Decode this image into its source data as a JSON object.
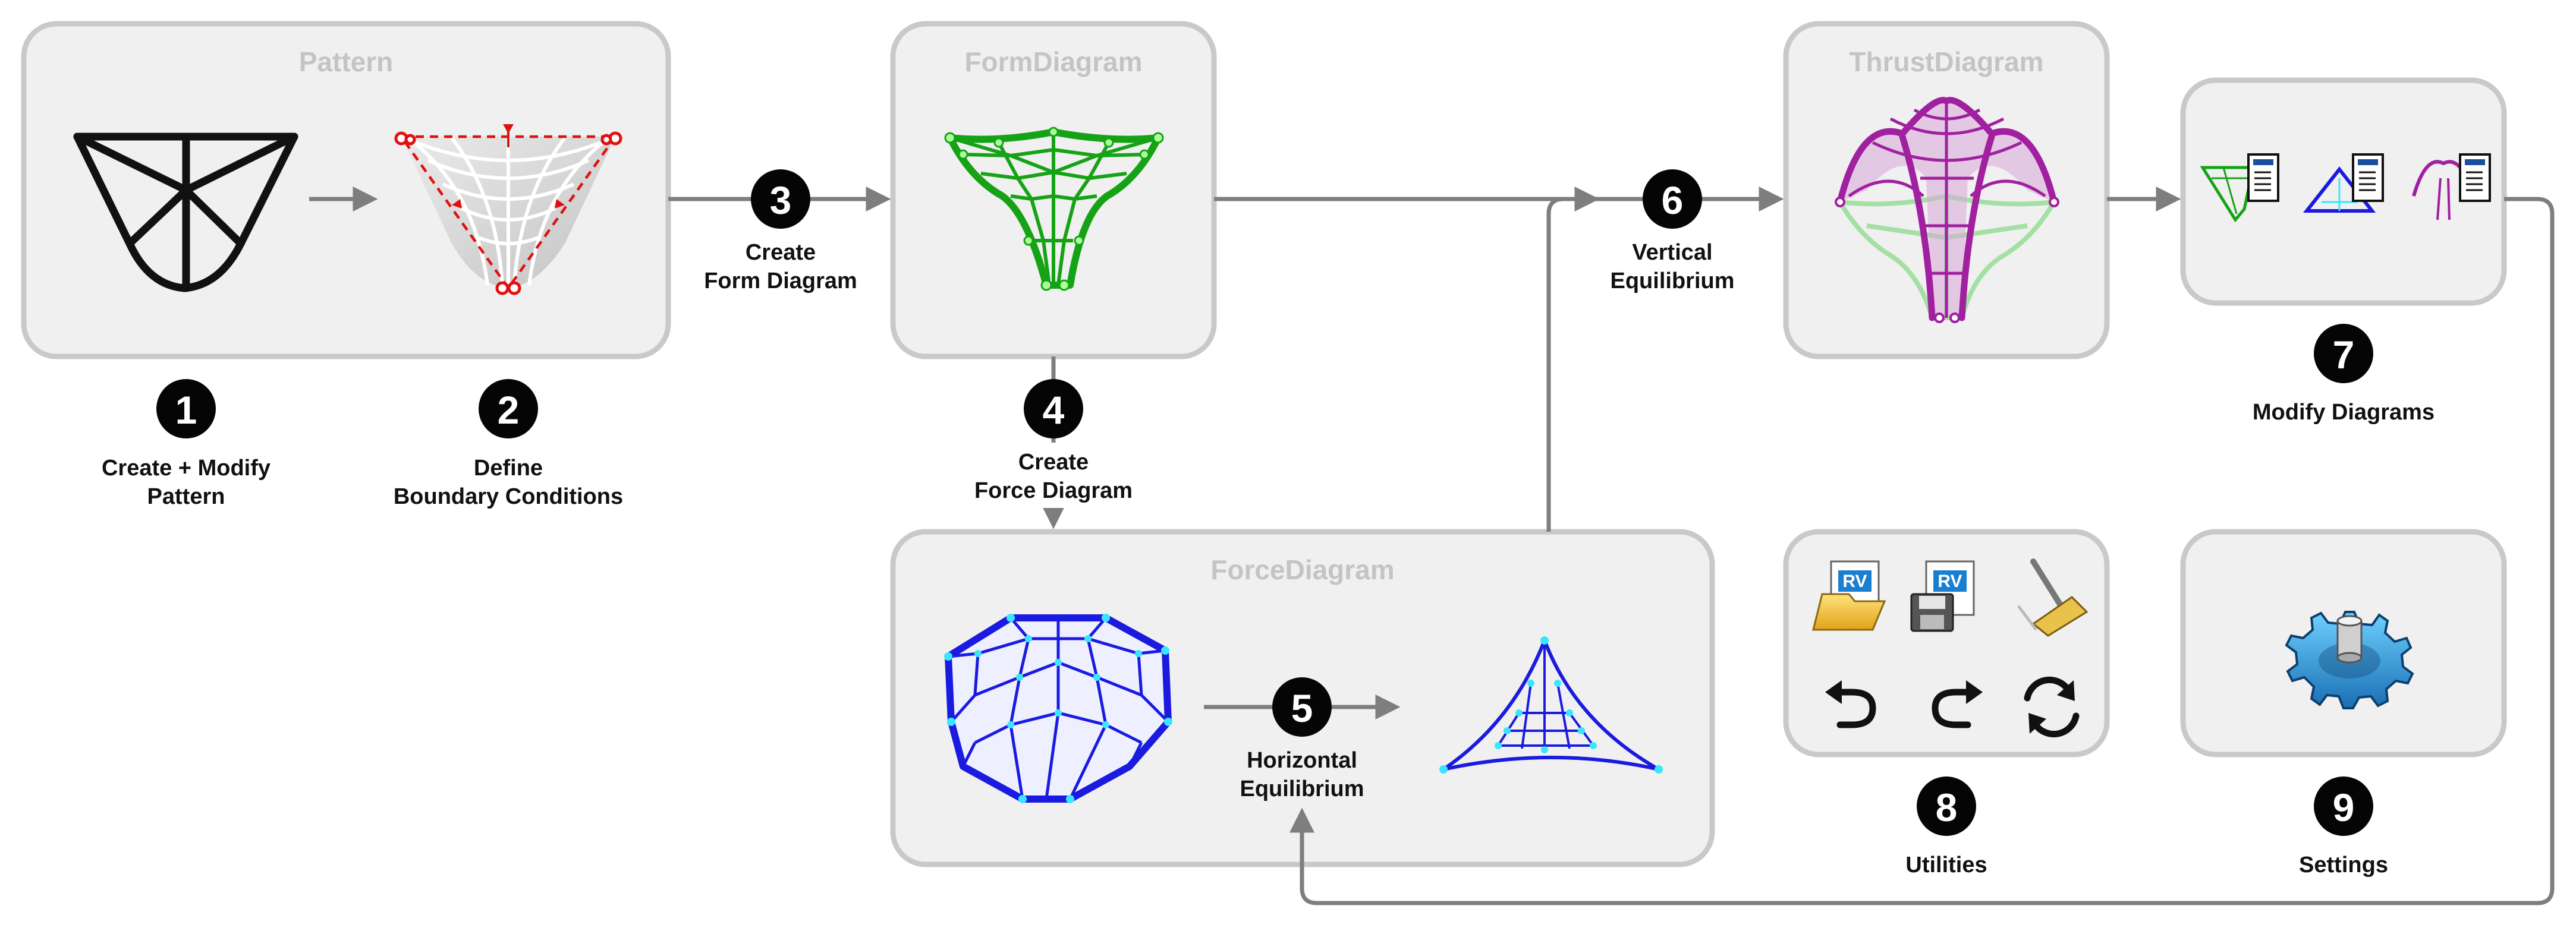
{
  "panels": {
    "pattern": "Pattern",
    "form": "FormDiagram",
    "thrust": "ThrustDiagram",
    "force": "ForceDiagram"
  },
  "steps": [
    {
      "num": "1",
      "line1": "Create + Modify",
      "line2": "Pattern"
    },
    {
      "num": "2",
      "line1": "Define",
      "line2": "Boundary Conditions"
    },
    {
      "num": "3",
      "line1": "Create",
      "line2": "Form Diagram"
    },
    {
      "num": "4",
      "line1": "Create",
      "line2": "Force Diagram"
    },
    {
      "num": "5",
      "line1": "Horizontal",
      "line2": "Equilibrium"
    },
    {
      "num": "6",
      "line1": "Vertical",
      "line2": "Equilibrium"
    },
    {
      "num": "7",
      "line1": "Modify Diagrams",
      "line2": ""
    },
    {
      "num": "8",
      "line1": "Utilities",
      "line2": ""
    },
    {
      "num": "9",
      "line1": "Settings",
      "line2": ""
    }
  ],
  "icons": {
    "rv_text": "RV",
    "open": "open-file-icon",
    "save": "save-file-icon",
    "clear": "broom-icon",
    "undo": "undo-icon",
    "redo": "redo-icon",
    "reload": "reload-icon",
    "settings": "gear-icon"
  },
  "colors": {
    "form": "#15a315",
    "force": "#1a1ae0",
    "force_nodes": "#39e6ff",
    "thrust": "#a020a0",
    "boundary": "#e01010",
    "connector": "#7e7e7e",
    "panel_fill": "#f0f0f0",
    "panel_stroke": "#c9c9c9"
  }
}
